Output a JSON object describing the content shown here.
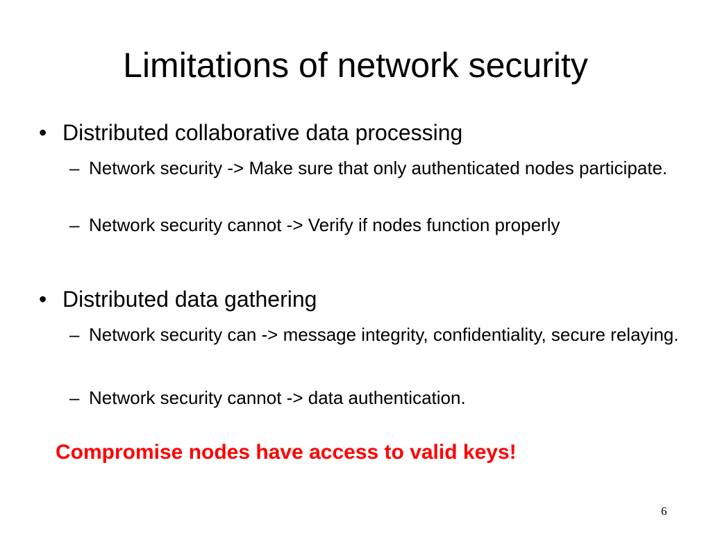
{
  "slide": {
    "title": "Limitations of network security",
    "bullets": [
      {
        "mark": "•",
        "text": "Distributed collaborative data processing",
        "subs": [
          {
            "mark": "–",
            "text": "Network security -> Make sure that only authenticated nodes participate."
          },
          {
            "mark": "–",
            "text": "Network security cannot -> Verify if nodes function properly"
          }
        ]
      },
      {
        "mark": "•",
        "text": "Distributed data gathering",
        "subs": [
          {
            "mark": "–",
            "text": "Network security can -> message integrity, confidentiality, secure relaying."
          },
          {
            "mark": "–",
            "text": "Network security cannot -> data authentication."
          }
        ]
      }
    ],
    "note": "Compromise nodes have access to valid keys!",
    "note_color": "#ff0000",
    "page_number": "6"
  }
}
